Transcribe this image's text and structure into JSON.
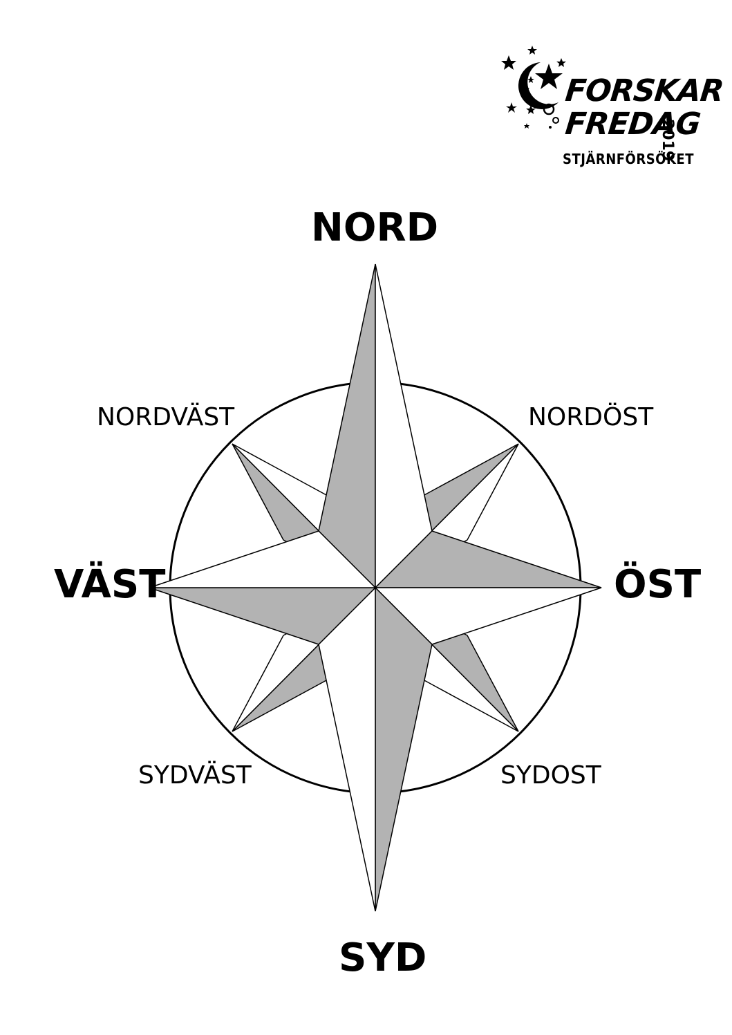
{
  "logo": {
    "line1": "FORSKAR",
    "line2": "FREDAG",
    "year": "2019",
    "subtitle": "STJÄRNFÖRSÖKET"
  },
  "directions": {
    "north": "NORD",
    "south": "SYD",
    "west": "VÄST",
    "east": "ÖST",
    "northwest": "NORDVÄST",
    "northeast": "NORDÖST",
    "southwest": "SYDVÄST",
    "southeast": "SYDOST"
  },
  "colors": {
    "shade": "#b3b3b3",
    "line": "#000000",
    "background": "#ffffff"
  }
}
